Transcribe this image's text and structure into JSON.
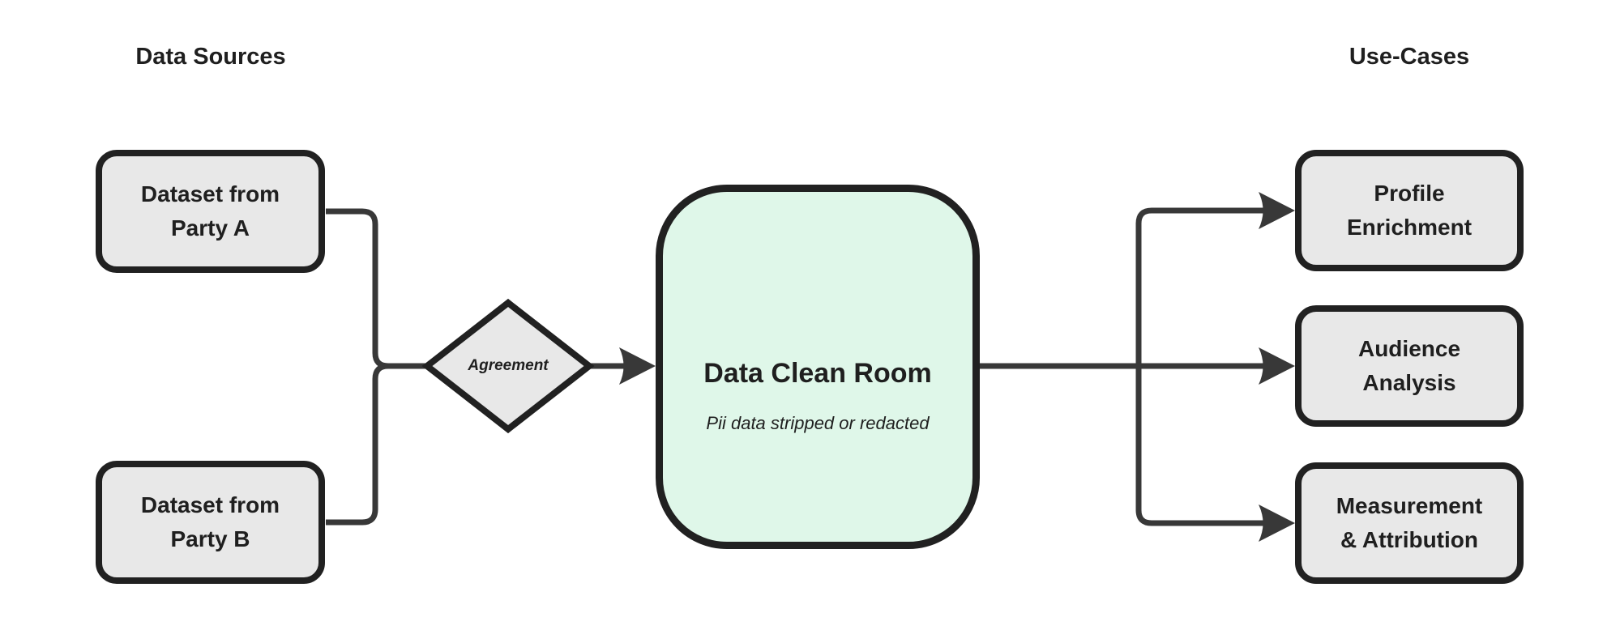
{
  "colors": {
    "canvas_bg": "#ffffff",
    "node_fill": "#e8e8e8",
    "node_border": "#212121",
    "accent_fill": "#dff7e9",
    "connector": "#383838",
    "text_color": "#1f1f1f"
  },
  "headings": {
    "left": "Data Sources",
    "right": "Use-Cases"
  },
  "nodes": {
    "party_a": {
      "label": "Dataset from\nParty A"
    },
    "party_b": {
      "label": "Dataset from\nParty B"
    },
    "agreement": {
      "label": "Agreement"
    },
    "clean_room": {
      "title": "Data Clean Room",
      "subtitle": "Pii data stripped or redacted"
    },
    "profile": {
      "label": "Profile\nEnrichment"
    },
    "audience": {
      "label": "Audience\nAnalysis"
    },
    "measurement": {
      "label": "Measurement\n& Attribution"
    }
  }
}
